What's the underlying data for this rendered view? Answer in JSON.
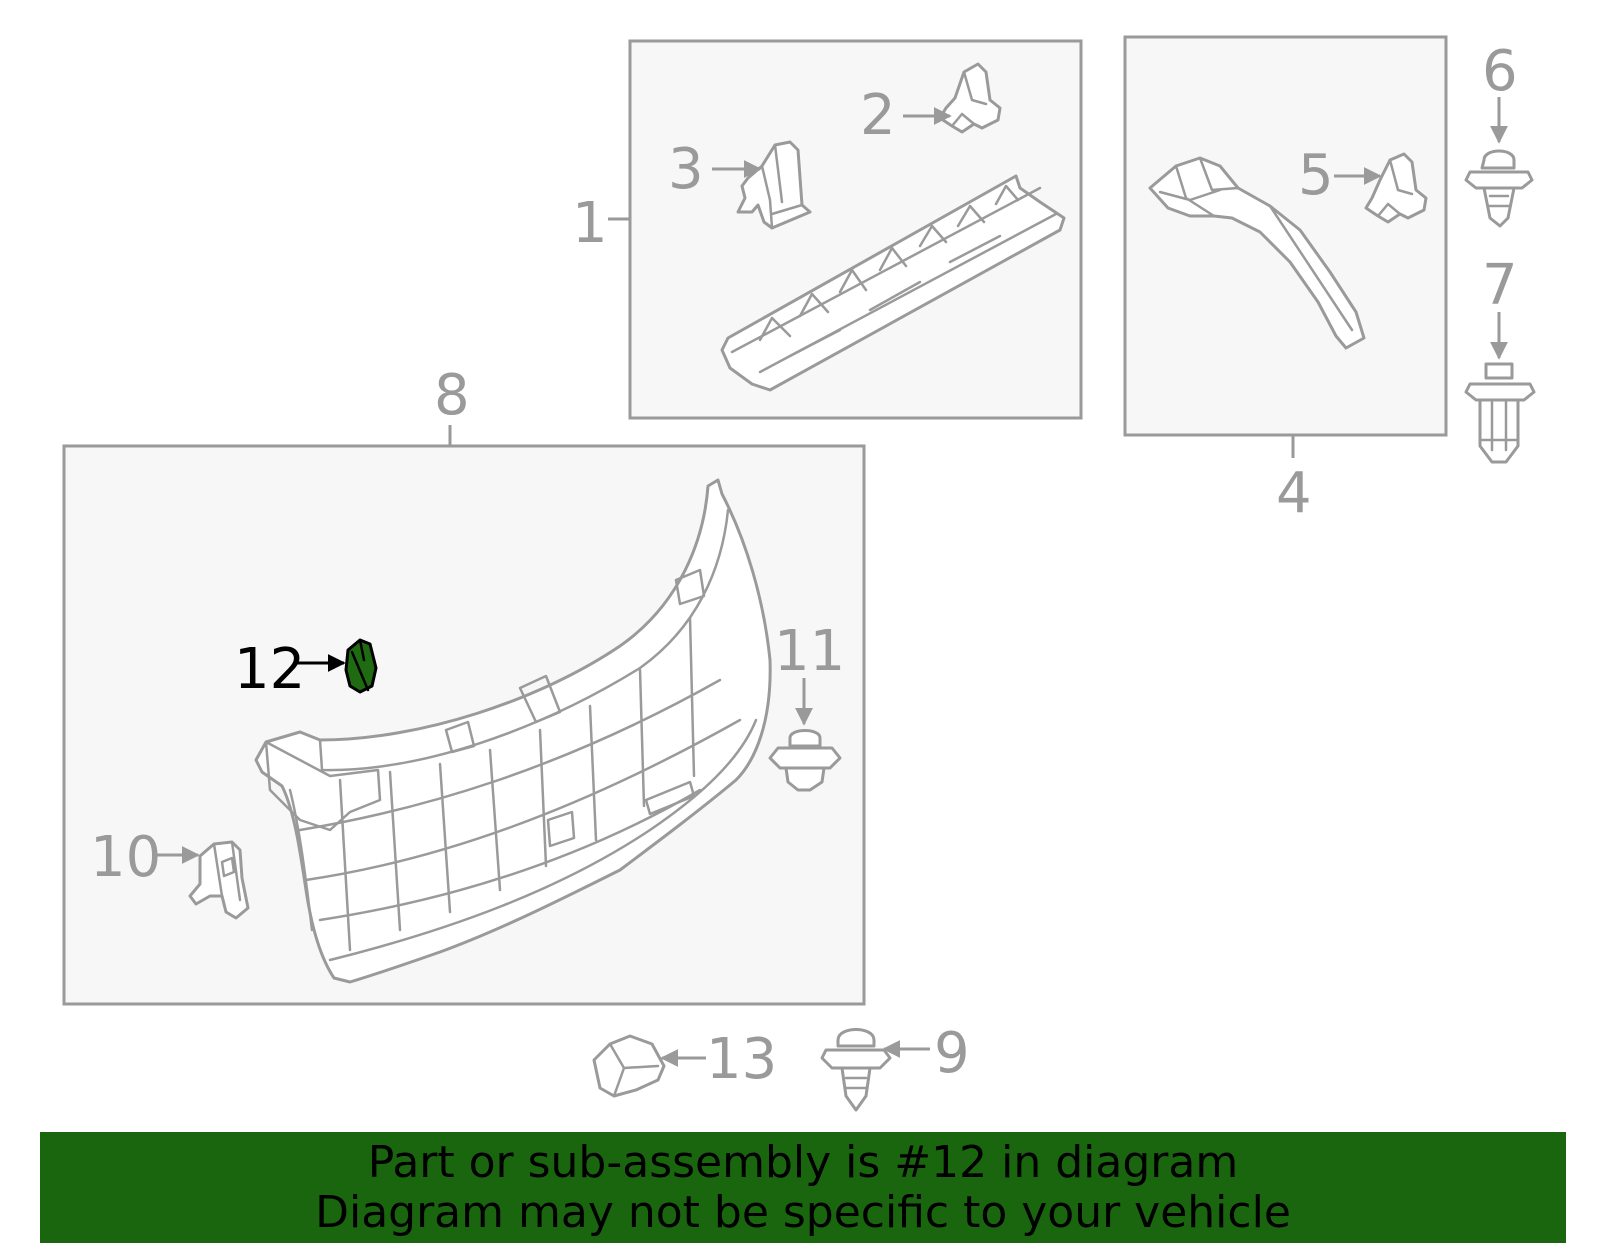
{
  "colors": {
    "highlight": "#1f6b12",
    "banner": "#1a660f",
    "line": "#9a9a9a",
    "box_fill": "#f7f7f7"
  },
  "callouts": {
    "c1": "1",
    "c2": "2",
    "c3": "3",
    "c4": "4",
    "c5": "5",
    "c6": "6",
    "c7": "7",
    "c8": "8",
    "c9": "9",
    "c10": "10",
    "c11": "11",
    "c12": "12",
    "c13": "13"
  },
  "highlighted_part": "12",
  "banner": {
    "line1": "Part or sub-assembly is #12 in diagram",
    "line2": "Diagram may not be specific to your vehicle"
  }
}
